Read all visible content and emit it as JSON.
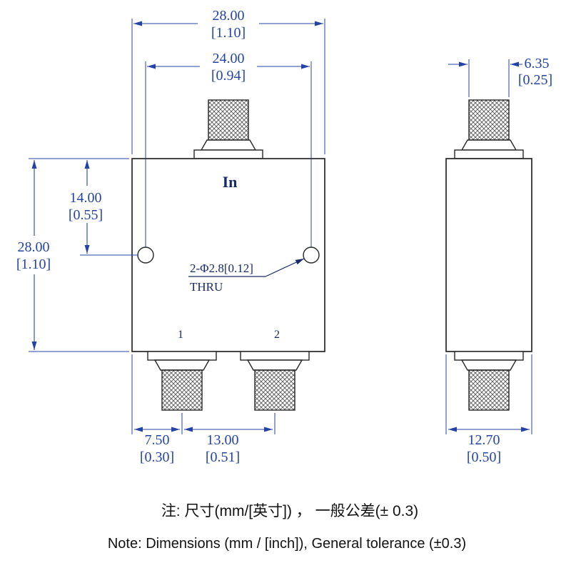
{
  "drawing": {
    "front_view": {
      "port_in_label": "In",
      "port1_label": "1",
      "port2_label": "2",
      "hole_callout": "2-Φ2.8[0.12]",
      "hole_callout_thru": "THRU",
      "dim_overall_width_mm": "28.00",
      "dim_overall_width_inch": "[1.10]",
      "dim_hole_spacing_mm": "24.00",
      "dim_hole_spacing_inch": "[0.94]",
      "dim_hole_offset_mm": "14.00",
      "dim_hole_offset_inch": "[0.55]",
      "dim_overall_height_mm": "28.00",
      "dim_overall_height_inch": "[1.10]",
      "dim_port1_offset_mm": "7.50",
      "dim_port1_offset_inch": "[0.30]",
      "dim_port_spacing_mm": "13.00",
      "dim_port_spacing_inch": "[0.51]"
    },
    "side_view": {
      "dim_connector_width_mm": "6.35",
      "dim_connector_width_inch": "[0.25]",
      "dim_body_depth_mm": "12.70",
      "dim_body_depth_inch": "[0.50]"
    },
    "notes": {
      "note_cn": "注: 尺寸(mm/[英寸]) ， 一般公差(± 0.3)",
      "note_en": "Note: Dimensions (mm / [inch]), General tolerance (±0.3)"
    },
    "colors": {
      "dimension": "#2443a6",
      "label": "#1a2a66",
      "outline": "#262626",
      "note": "#121212",
      "background": "#ffffff"
    }
  }
}
